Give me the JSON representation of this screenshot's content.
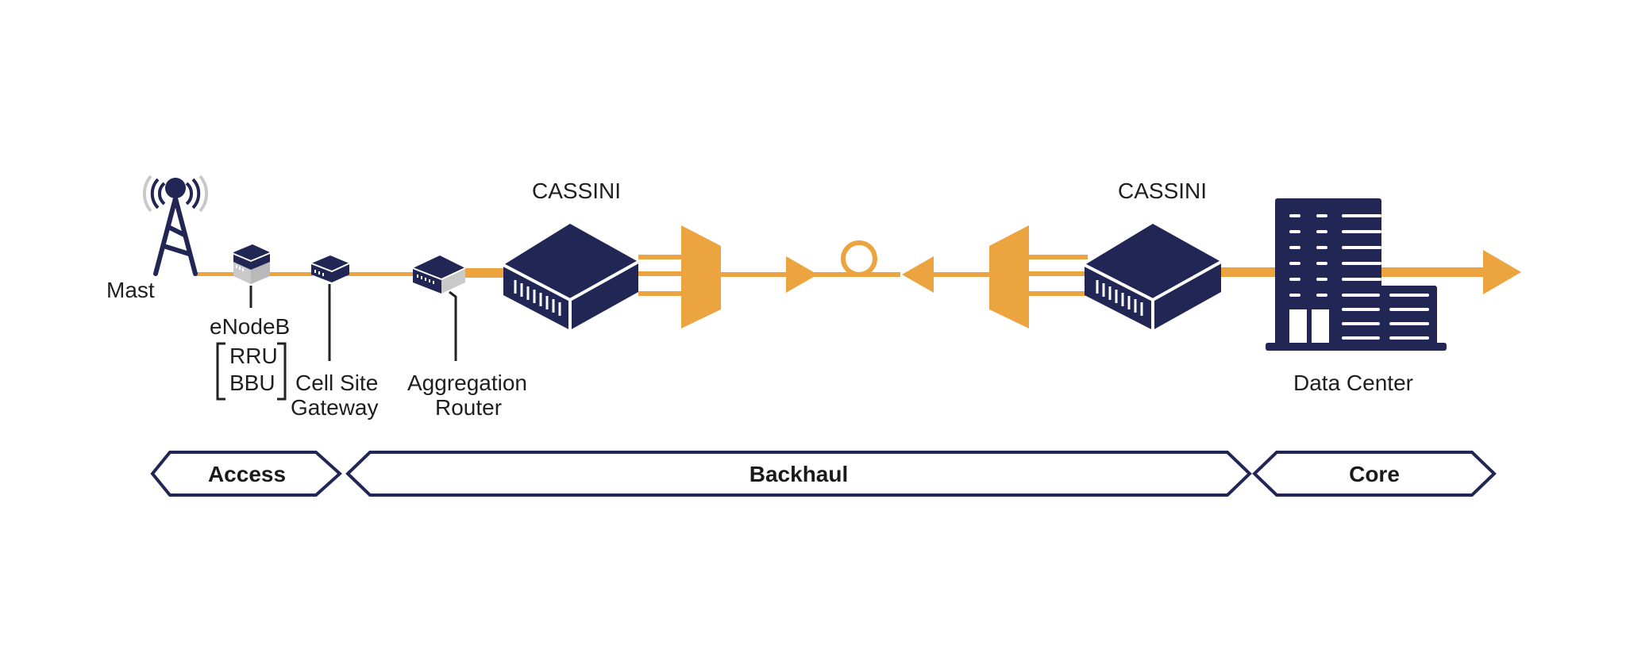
{
  "colors": {
    "navy": "#212654",
    "orange": "#eba43f",
    "grey": "#c9c9c9",
    "white": "#ffffff"
  },
  "labels": {
    "mast": "Mast",
    "enodeb": "eNodeB",
    "rru": "RRU",
    "bbu": "BBU",
    "cell_site_1": "Cell Site",
    "cell_site_2": "Gateway",
    "aggregation_1": "Aggregation",
    "aggregation_2": "Router",
    "cassini_left": "CASSINI",
    "cassini_right": "CASSINI",
    "data_center": "Data Center"
  },
  "segments": {
    "access": "Access",
    "backhaul": "Backhaul",
    "core": "Core"
  },
  "icons": [
    "antenna-mast-icon",
    "enodeb-device-icon",
    "gateway-device-icon",
    "router-device-icon",
    "cassini-box-icon",
    "mux-trapezoid-icon",
    "amplifier-arrow-icon",
    "fiber-loop-icon",
    "data-center-building-icon",
    "arrow-right-icon"
  ]
}
